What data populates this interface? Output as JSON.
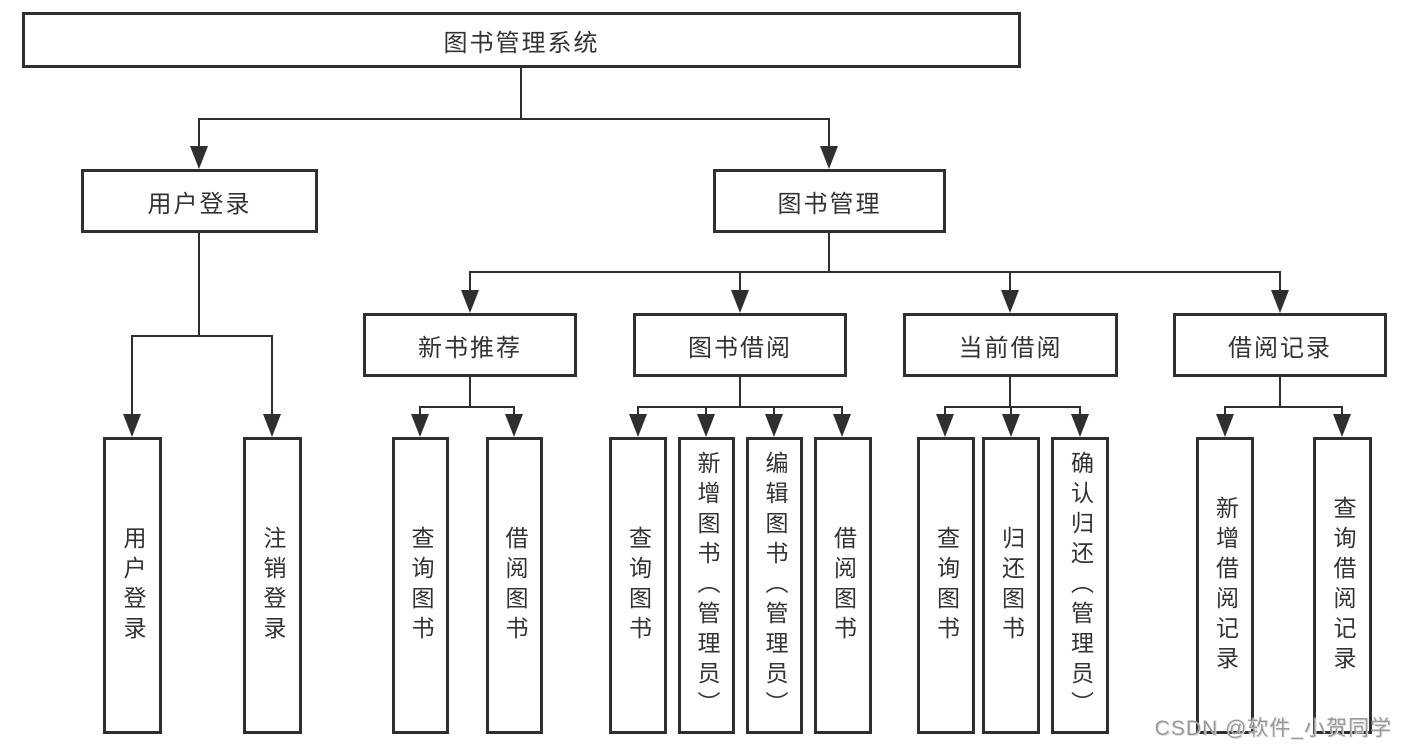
{
  "diagram": {
    "type": "hierarchy-tree",
    "root": "图书管理系统",
    "level2": [
      "用户登录",
      "图书管理"
    ],
    "level3": [
      "新书推荐",
      "图书借阅",
      "当前借阅",
      "借阅记录"
    ],
    "leaves_user_login": [
      "用户登录",
      "注销登录"
    ],
    "leaves_new_books": [
      "查询图书",
      "借阅图书"
    ],
    "leaves_book_borrow": [
      "查询图书",
      "新增图书（管理员）",
      "编辑图书（管理员）",
      "借阅图书"
    ],
    "leaves_current_borrow": [
      "查询图书",
      "归还图书",
      "确认归还（管理员）"
    ],
    "leaves_borrow_records": [
      "新增借阅记录",
      "查询借阅记录"
    ],
    "colors": {
      "line": "#2f2f2f",
      "text": "#333333",
      "box_background": "#ffffff",
      "page_background": "#ffffff",
      "watermark": "#999999"
    }
  },
  "watermark": "CSDN @软件_小贺同学"
}
